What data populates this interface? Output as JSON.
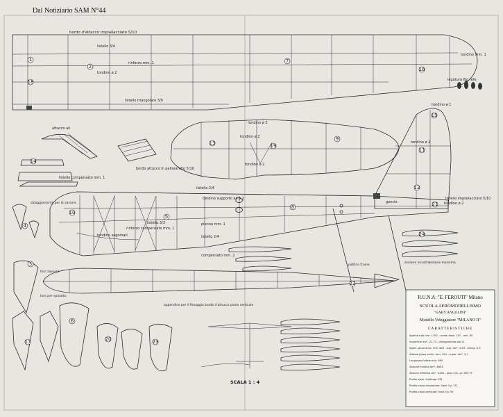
{
  "header": "Dal Notiziario SAM N°44",
  "wing_labels": {
    "leading_edge": "bordo d'attacco impiallacciato 5/10",
    "listello_top": "listello 3/4",
    "rinforzo": "rinforzo mm. 1",
    "tondino": "tondino ø 2",
    "triangle": "listello triangolare 3/9",
    "tip_pin": "tondino mm. 1",
    "legatura": "legatura filo refe",
    "attacco": "attacco ali"
  },
  "stab_labels": {
    "t1": "tondino ø 2",
    "t2": "tondino ø 2",
    "t3": "tondino ø 2"
  },
  "fin_labels": {
    "t1": "tondino ø 1",
    "t2": "tondino ø 2",
    "t3": "listello impiallacciato 5/10"
  },
  "fuselage_labels": {
    "left_note": "sbiaggiamento per le zavorre",
    "listello": "listello 2/4",
    "ali_pin": "tondino supporto ali ø 2",
    "compensato": "compensato mm. 2",
    "ganci": "tondino sagomati",
    "gancio": "gancio",
    "rinforzo": "rinforzo compensato mm. 1",
    "listello2": "listello 3/3",
    "listello3": "listello 2/4",
    "piano": "pianno mm. 1",
    "compensato2": "compensato mm. 2",
    "pattino": "pattino traino",
    "longitudinal": "tondino ø 2",
    "appendice": "appendice per il fissaggio bordo d'attacco piano verticale",
    "attacco_ali": "bordo attacco in palissandro 5/10",
    "cabin": "listello compensato mm. 1"
  },
  "small_labels": {
    "sezione_incastro": "sezione incastro",
    "sezione_massima": "sezione massima",
    "zavorra": "foro zavorra",
    "foro_per_spinotto": "foro per spinotto"
  },
  "scale": "SCALA 1 : 4",
  "title_block": {
    "org": "R.U.N.A. \"E. FEROUTI\" Milano",
    "school": "SCUOLA AEROMODELLISMO",
    "school_sub": "\"GABY ANGELINI\"",
    "model": "Modello Veleggiatore \"MILANO II\"",
    "section": "CARATTERISTICHE",
    "specs": [
      "Apertura ali mm. 1750 - corda mass. 157 - min. 85",
      "Superficie dm². 21,73 - allungamento ala 11",
      "Apert. piano orizz. mm. 600 - sup. dm². 4,53 - allung. 6,3",
      "Altezza piano vertic. mm. 224 - super. dm². 3,7",
      "Lunghezza totale mm. 960",
      "Sezione minima dm². 4653",
      "Sezione effettiva dm². 4235 - peso min. gr. 369,75",
      "Profilo alare: Gottinga 535",
      "Profilo piano orizzontale: Saint Cyr 171",
      "Profilo piano verticale: Saint Cyr 55"
    ]
  },
  "circle_numbers": [
    "1",
    "2",
    "3",
    "4",
    "5",
    "6",
    "7",
    "8",
    "9",
    "10",
    "11",
    "12",
    "13",
    "14",
    "15",
    "16",
    "17",
    "18",
    "19",
    "20",
    "21",
    "22",
    "23",
    "24"
  ],
  "colors": {
    "paper": "#e8e6e1",
    "ink": "#2b2b2b"
  }
}
